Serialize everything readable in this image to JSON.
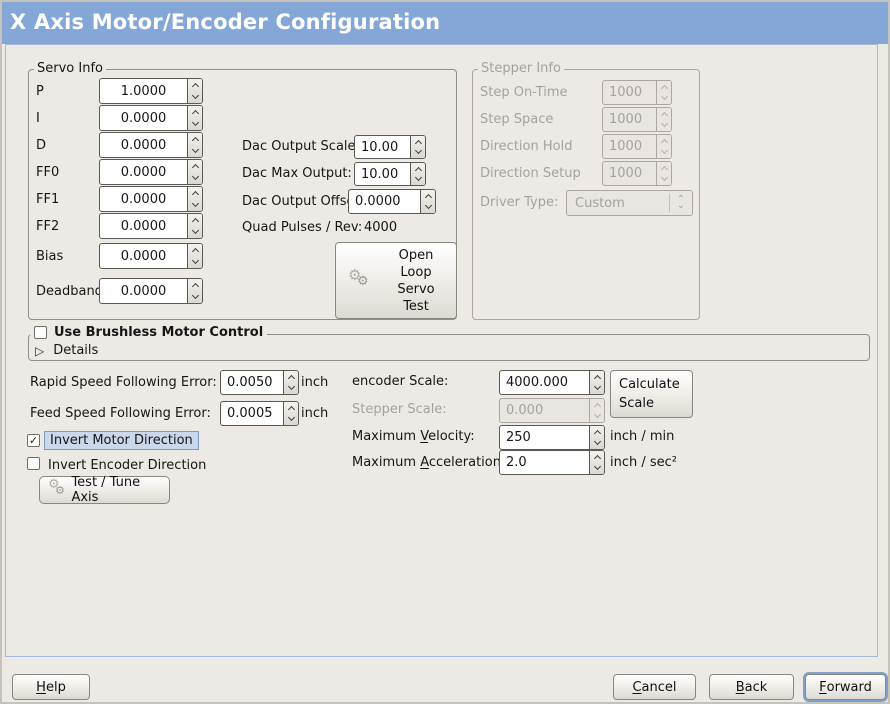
{
  "window": {
    "title": "X Axis Motor/Encoder Configuration"
  },
  "icons": {
    "gear": "⚙",
    "check": "✓",
    "expander": "▷",
    "combo_up": "⌃",
    "combo_down": "⌄"
  },
  "servo_info": {
    "title": "Servo Info",
    "rows": [
      {
        "label": "P",
        "value": "1.0000"
      },
      {
        "label": "I",
        "value": "0.0000"
      },
      {
        "label": "D",
        "value": "0.0000"
      },
      {
        "label": "FF0",
        "value": "0.0000"
      },
      {
        "label": "FF1",
        "value": "0.0000"
      },
      {
        "label": "FF2",
        "value": "0.0000"
      },
      {
        "label": "Bias",
        "value": "0.0000"
      },
      {
        "label": "Deadband",
        "value": "0.0000"
      }
    ],
    "dac": [
      {
        "label": "Dac Output Scale:",
        "value": "10.00"
      },
      {
        "label": "Dac Max Output:",
        "value": "10.00"
      },
      {
        "label": "Dac Output Offset:",
        "value": "0.0000"
      }
    ],
    "quad_label": "Quad Pulses / Rev:",
    "quad_value": "4000",
    "open_loop_button": "Open\nLoop\nServo\nTest"
  },
  "stepper_info": {
    "title": "Stepper Info",
    "rows": [
      {
        "label": "Step On-Time",
        "value": "1000"
      },
      {
        "label": "Step Space",
        "value": "1000"
      },
      {
        "label": "Direction Hold",
        "value": "1000"
      },
      {
        "label": "Direction Setup",
        "value": "1000"
      }
    ],
    "driver_type_label": "Driver Type:",
    "driver_type_value": "Custom"
  },
  "brushless": {
    "checkbox_label": "Use Brushless Motor Control",
    "details_label": "Details"
  },
  "following_error": {
    "rapid_label": "Rapid Speed Following Error:",
    "rapid_value": "0.0050",
    "rapid_unit": "inch",
    "feed_label": "Feed Speed Following Error:",
    "feed_value": "0.0005",
    "feed_unit": "inch"
  },
  "direction": {
    "invert_motor_label": "Invert Motor Direction",
    "invert_encoder_label": "Invert Encoder Direction",
    "test_tune_button": "Test / Tune Axis"
  },
  "scale": {
    "encoder_label": "encoder Scale:",
    "encoder_value": "4000.000",
    "calculate_button": "Calculate\nScale",
    "stepper_label": "Stepper Scale:",
    "stepper_value": "0.000",
    "velocity_label": {
      "pre": "Maximum ",
      "key": "V",
      "rest": "elocity:"
    },
    "velocity_value": "250",
    "velocity_unit": "inch / min",
    "accel_label": {
      "pre": "Maximum ",
      "key": "A",
      "rest": "cceleration:"
    },
    "accel_value": "2.0",
    "accel_unit": "inch / sec²"
  },
  "footer": {
    "help": {
      "key": "H",
      "rest": "elp"
    },
    "cancel": {
      "key": "C",
      "rest": "ancel"
    },
    "back": {
      "key": "B",
      "rest": "ack"
    },
    "forward": {
      "key": "F",
      "rest": "orward"
    }
  },
  "colors": {
    "titlebar": "#84A7D7",
    "panel": "#EDEAE5",
    "focus": "#7DA0CC",
    "highlight_bg": "#CBD8EB"
  }
}
